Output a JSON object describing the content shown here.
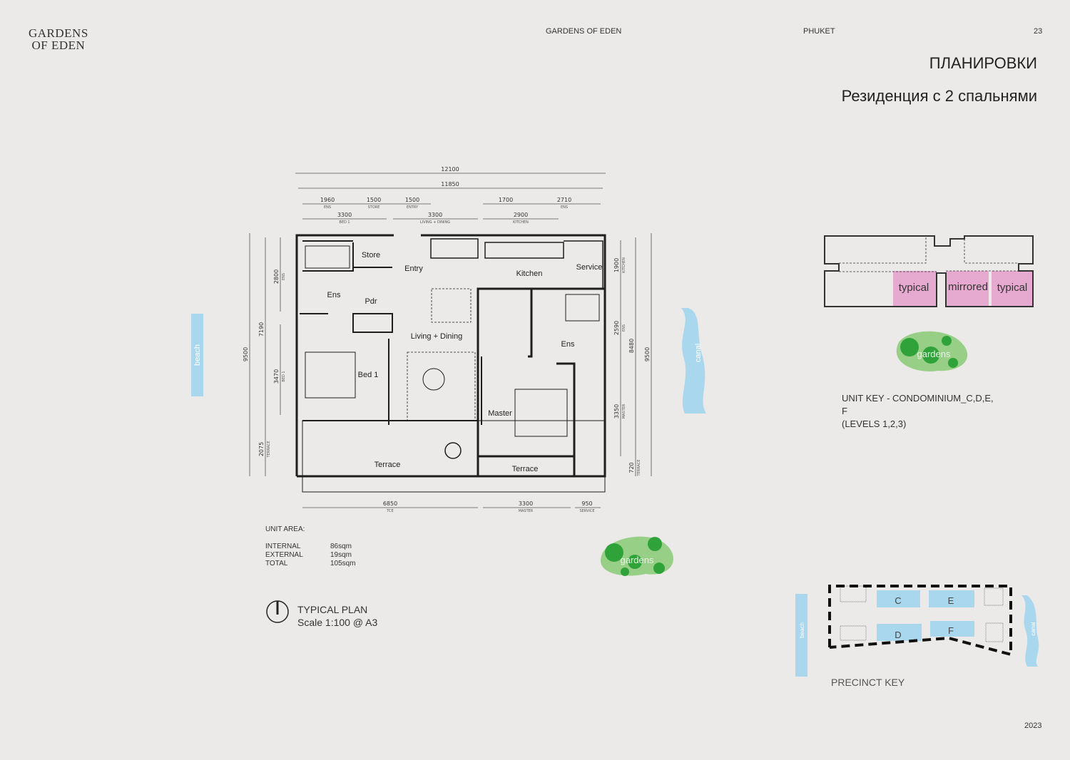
{
  "header": {
    "logo_line1": "GARDENS",
    "logo_line2": "OF EDEN",
    "project": "GARDENS OF EDEN",
    "location": "PHUKET",
    "page_number": "23"
  },
  "titles": {
    "section": "ПЛАНИРОВКИ",
    "subtitle": "Резиденция с 2 спальнями"
  },
  "plan": {
    "top_dims": {
      "overall": "12100",
      "inner": "11850",
      "row1": [
        {
          "v": "1960",
          "l": "ENS"
        },
        {
          "v": "1500",
          "l": "STORE"
        },
        {
          "v": "1500",
          "l": "ENTRY"
        },
        {
          "v": "1700",
          "l": ""
        },
        {
          "v": "2710",
          "l": "ENS"
        }
      ],
      "row2": [
        {
          "v": "3300",
          "l": "BED 1"
        },
        {
          "v": "3300",
          "l": "LIVING + DINING"
        },
        {
          "v": "2900",
          "l": "KITCHEN"
        }
      ]
    },
    "left_dims": [
      {
        "v": "9500",
        "l": ""
      },
      {
        "v": "7190",
        "l": ""
      },
      {
        "v": "2800",
        "l": "ENS"
      },
      {
        "v": "3470",
        "l": "BED 1"
      },
      {
        "v": "2075",
        "l": "TERRACE"
      }
    ],
    "right_dims": [
      {
        "v": "1900",
        "l": "KITCHEN"
      },
      {
        "v": "2590",
        "l": "ENS"
      },
      {
        "v": "3350",
        "l": "MASTER"
      },
      {
        "v": "8480",
        "l": ""
      },
      {
        "v": "9500",
        "l": ""
      },
      {
        "v": "720",
        "l": "TERRACE"
      }
    ],
    "bottom_dims": [
      {
        "v": "6850",
        "l": "TCE"
      },
      {
        "v": "3300",
        "l": "MASTER"
      },
      {
        "v": "950",
        "l": "SERVICE"
      }
    ],
    "rooms": [
      "Store",
      "Entry",
      "Kitchen",
      "Service",
      "Ens",
      "Pdr",
      "Living + Dining",
      "Ens",
      "Bed 1",
      "Master",
      "Terrace",
      "Terrace"
    ],
    "beach": "beach",
    "canal": "canal",
    "gardens": "gardens"
  },
  "unit_area": {
    "title": "UNIT AREA:",
    "rows": [
      {
        "label": "INTERNAL",
        "value": "86sqm"
      },
      {
        "label": "EXTERNAL",
        "value": "19sqm"
      },
      {
        "label": "TOTAL",
        "value": "105sqm"
      }
    ]
  },
  "plan_caption": {
    "line1": "TYPICAL PLAN",
    "line2": "Scale 1:100 @ A3"
  },
  "unit_key": {
    "labels": [
      "typical",
      "mirrored",
      "typical"
    ],
    "gardens": "gardens",
    "line1": "UNIT KEY - CONDOMINIUM_C,D,E,",
    "line2": "F",
    "line3": "(LEVELS 1,2,3)"
  },
  "precinct_key": {
    "title": "PRECINCT KEY",
    "blocks": [
      "C",
      "E",
      "D",
      "F"
    ],
    "beach": "beach",
    "canal": "canal"
  },
  "footer": {
    "year": "2023"
  },
  "colors": {
    "background": "#ebeae8",
    "water": "#a9d8ee",
    "pink": "#e6a9cf",
    "green_light": "#97cf87",
    "green_dark": "#2fa33a",
    "wall": "#1e1e1e"
  }
}
